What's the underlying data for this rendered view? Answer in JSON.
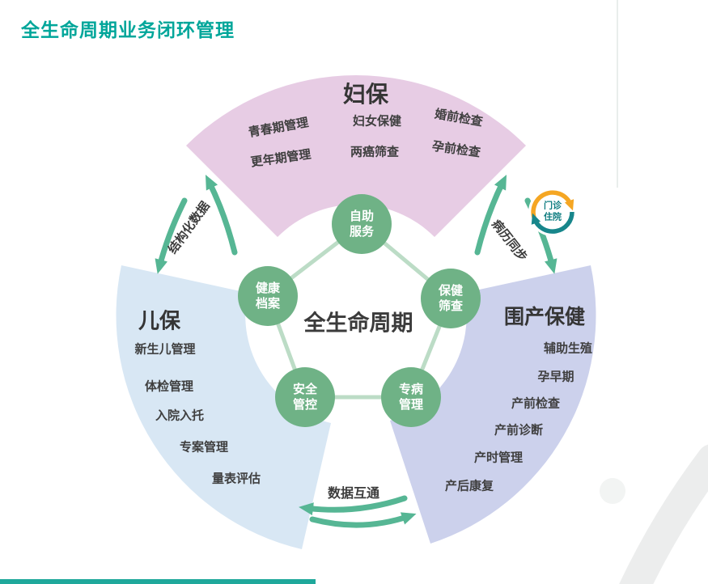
{
  "page": {
    "title": "全生命周期业务闭环管理"
  },
  "diagram": {
    "center_label": "全生命周期",
    "nodes": [
      {
        "id": "self-service",
        "line1": "自助",
        "line2": "服务"
      },
      {
        "id": "health-records",
        "line1": "健康",
        "line2": "档案"
      },
      {
        "id": "health-screening",
        "line1": "保健",
        "line2": "筛查"
      },
      {
        "id": "safety-control",
        "line1": "安全",
        "line2": "管控"
      },
      {
        "id": "disease-management",
        "line1": "专病",
        "line2": "管理"
      }
    ],
    "segments": [
      {
        "id": "maternal-care",
        "title": "妇保",
        "color": "#e7cce4",
        "items": [
          "青春期管理",
          "更年期管理",
          "妇女保健",
          "两癌筛查",
          "婚前检查",
          "孕前检查"
        ]
      },
      {
        "id": "child-care",
        "title": "儿保",
        "color": "#d8e7f4",
        "items": [
          "新生儿管理",
          "体检管理",
          "入院入托",
          "专案管理",
          "量表评估"
        ]
      },
      {
        "id": "perinatal-care",
        "title": "围产保健",
        "color": "#ccd1ec",
        "items": [
          "辅助生殖",
          "孕早期",
          "产前检查",
          "产前诊断",
          "产时管理",
          "产后康复"
        ]
      }
    ],
    "connectors": [
      {
        "id": "structured-data",
        "label": "结构化数据"
      },
      {
        "id": "record-sync",
        "label": "病历同步"
      },
      {
        "id": "data-exchange",
        "label": "数据互通"
      }
    ],
    "badge": {
      "line1": "门诊",
      "line2": "住院"
    }
  },
  "colors": {
    "title_teal": "#00a69a",
    "node_green": "#6fb286",
    "pentagon_line": "#bcdcc6",
    "arrow_teal": "#56b694",
    "badge_orange": "#f5a623",
    "badge_teal": "#17868b",
    "text_dark": "#3f3f3f",
    "bottom_bar": "#1fa89b"
  }
}
